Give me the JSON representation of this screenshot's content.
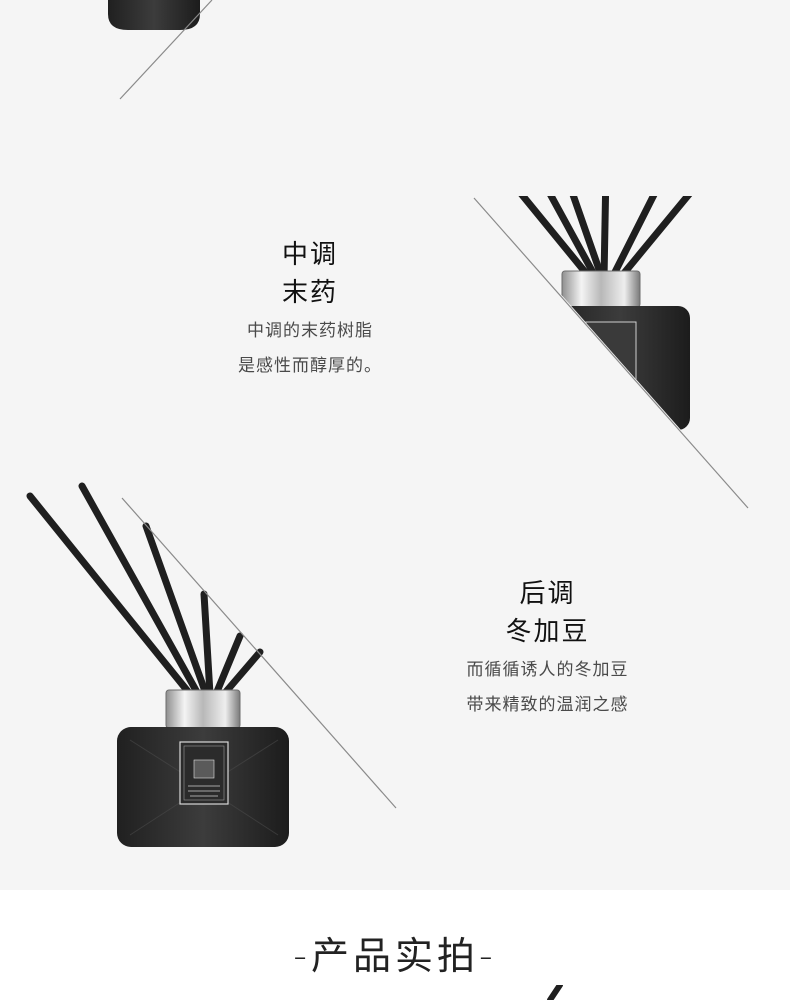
{
  "middle_note": {
    "title": "中调",
    "ingredient": "末药",
    "desc_line1": "中调的末药树脂",
    "desc_line2": "是感性而醇厚的。"
  },
  "base_note": {
    "title": "后调",
    "ingredient": "冬加豆",
    "desc_line1": "而循循诱人的冬加豆",
    "desc_line2": "带来精致的温润之感"
  },
  "section": {
    "heading": "-产品实拍-"
  },
  "colors": {
    "panel_background": "#f5f5f5",
    "bottle_dark": "#2e2e2e",
    "reed_black": "#1f1f1f",
    "cap_silver": "#d8d8d8"
  }
}
